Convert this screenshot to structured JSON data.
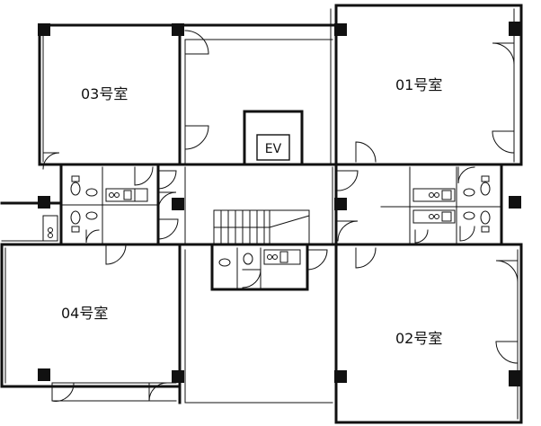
{
  "rooms": {
    "r01": "01号室",
    "r02": "02号室",
    "r03": "03号室",
    "r04": "04号室"
  },
  "elevator": {
    "label": "EV"
  },
  "colors": {
    "line": "#111111",
    "background": "#ffffff"
  }
}
